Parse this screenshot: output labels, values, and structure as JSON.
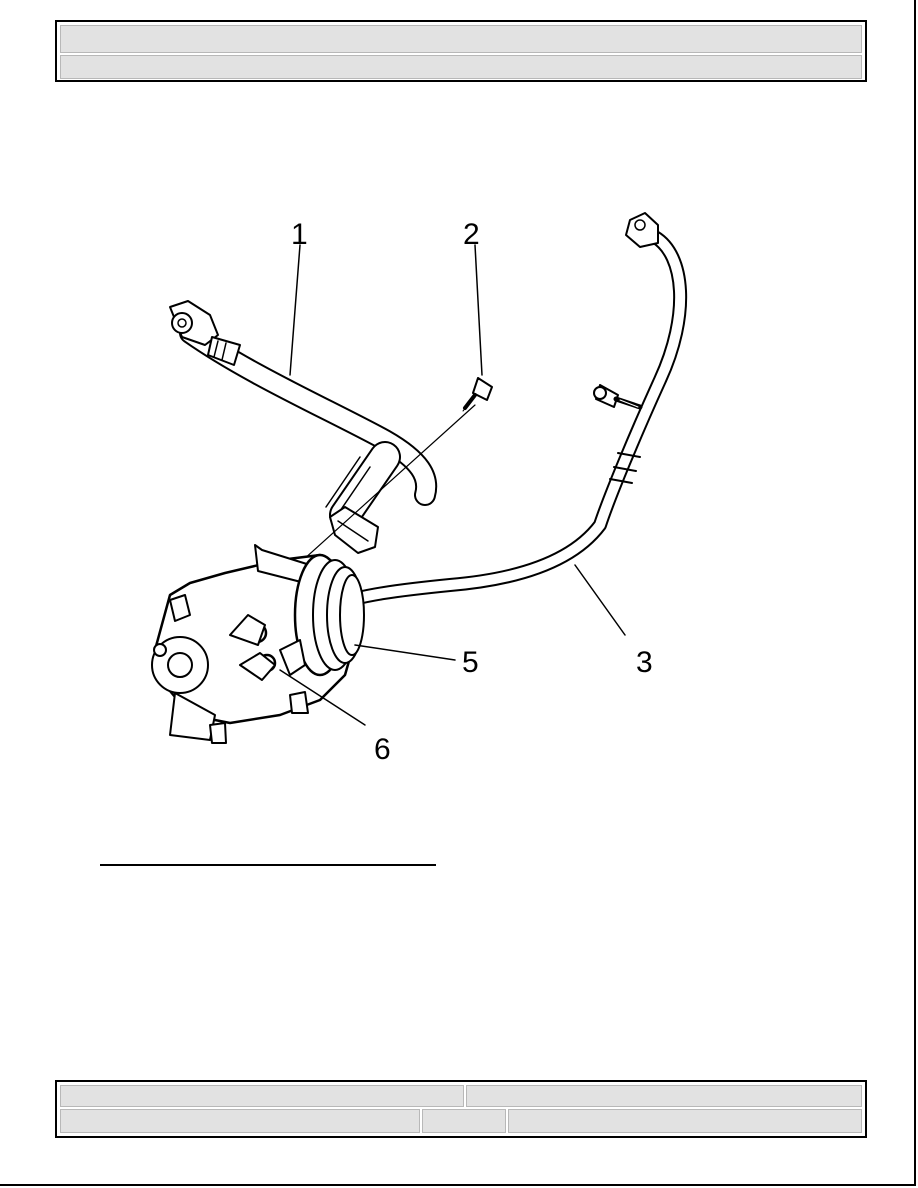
{
  "header": {
    "row1": "",
    "row2": ""
  },
  "figure": {
    "callouts": {
      "c1": "1",
      "c2": "2",
      "c3": "3",
      "c5": "5",
      "c6": "6"
    }
  },
  "footer": {
    "row1": {
      "left": "",
      "right": ""
    },
    "row2": {
      "left": "",
      "middle": "",
      "right": ""
    }
  }
}
